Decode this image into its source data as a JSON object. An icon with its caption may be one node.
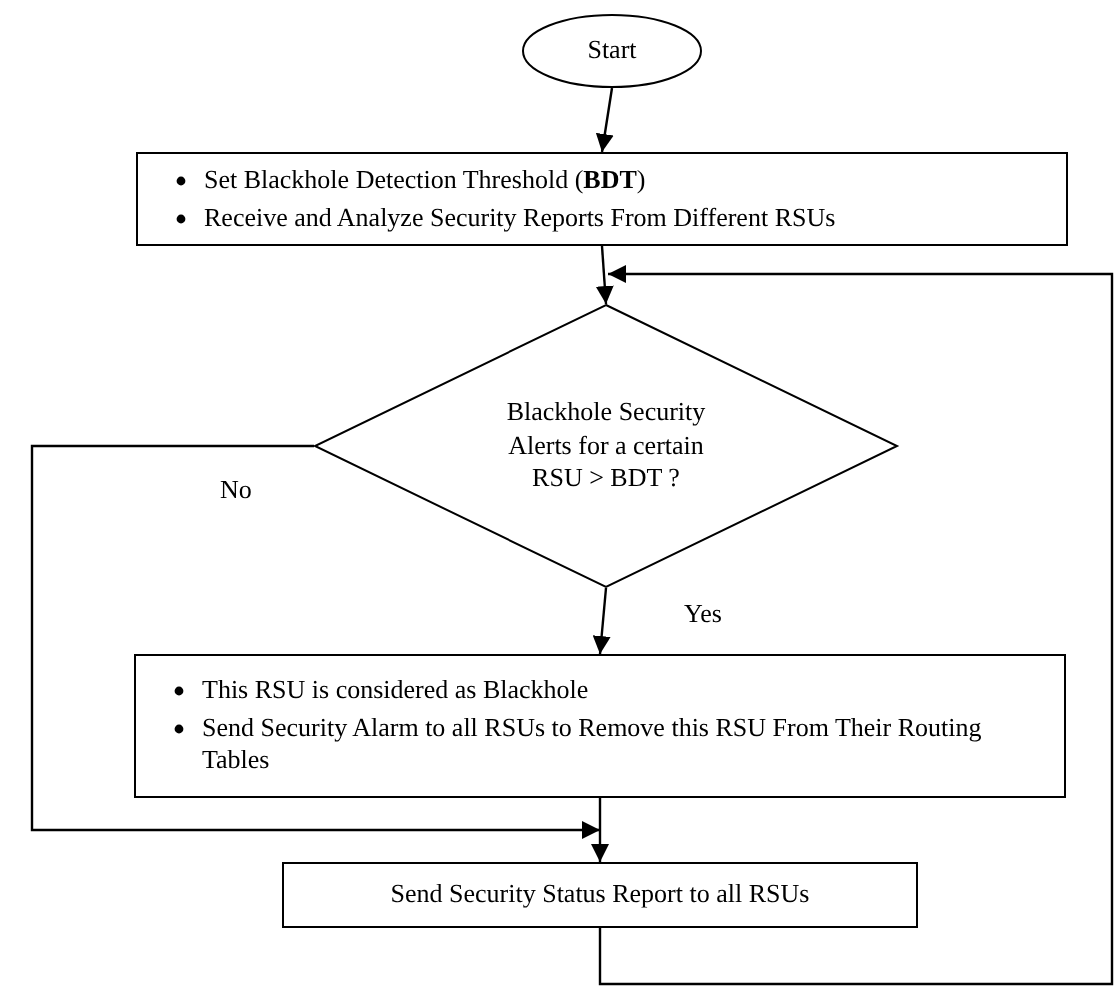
{
  "diagram": {
    "nodes": [
      {
        "text": [
          "Start"
        ]
      },
      {
        "text": [
          "Set Blackhole Detection Threshold (**BDT**)",
          "Receive and Analyze Security Reports From Different RSUs"
        ]
      },
      {
        "text": [
          "Blackhole Security Alerts for a certain RSU > BDT ?"
        ]
      },
      {
        "text": [
          "This RSU is considered as Blackhole",
          "Send Security Alarm to all RSUs to Remove this RSU From Their Routing Tables"
        ]
      },
      {
        "text": [
          "Send Security Status Report to all RSUs"
        ]
      }
    ],
    "edges": [
      {
        "from": 0,
        "to": 1,
        "arrow": "to"
      },
      {
        "from": 1,
        "to": 2,
        "arrow": "to"
      },
      {
        "from": 2,
        "to": 3,
        "arrow": "to",
        "label": "Yes"
      },
      {
        "from": 2,
        "to": 4,
        "arrow": "to",
        "label": "No"
      },
      {
        "from": 3,
        "to": 4,
        "arrow": "to"
      },
      {
        "from": 4,
        "to": 2,
        "arrow": "to"
      }
    ]
  }
}
